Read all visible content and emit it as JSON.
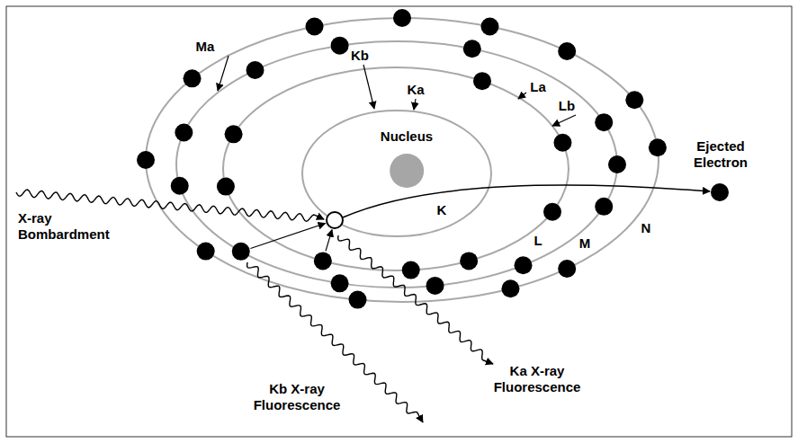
{
  "diagram": {
    "nodes": [
      {
        "text": [
          "Nucleus"
        ]
      }
    ],
    "labels": [
      "Ma",
      "Kb",
      "Ka",
      "La",
      "Lb",
      "K",
      "L",
      "M",
      "N",
      "Ejected Electron",
      "X-ray Bombardment",
      "Kb X-ray Fluorescence",
      "Ka X-ray Fluorescence"
    ]
  }
}
